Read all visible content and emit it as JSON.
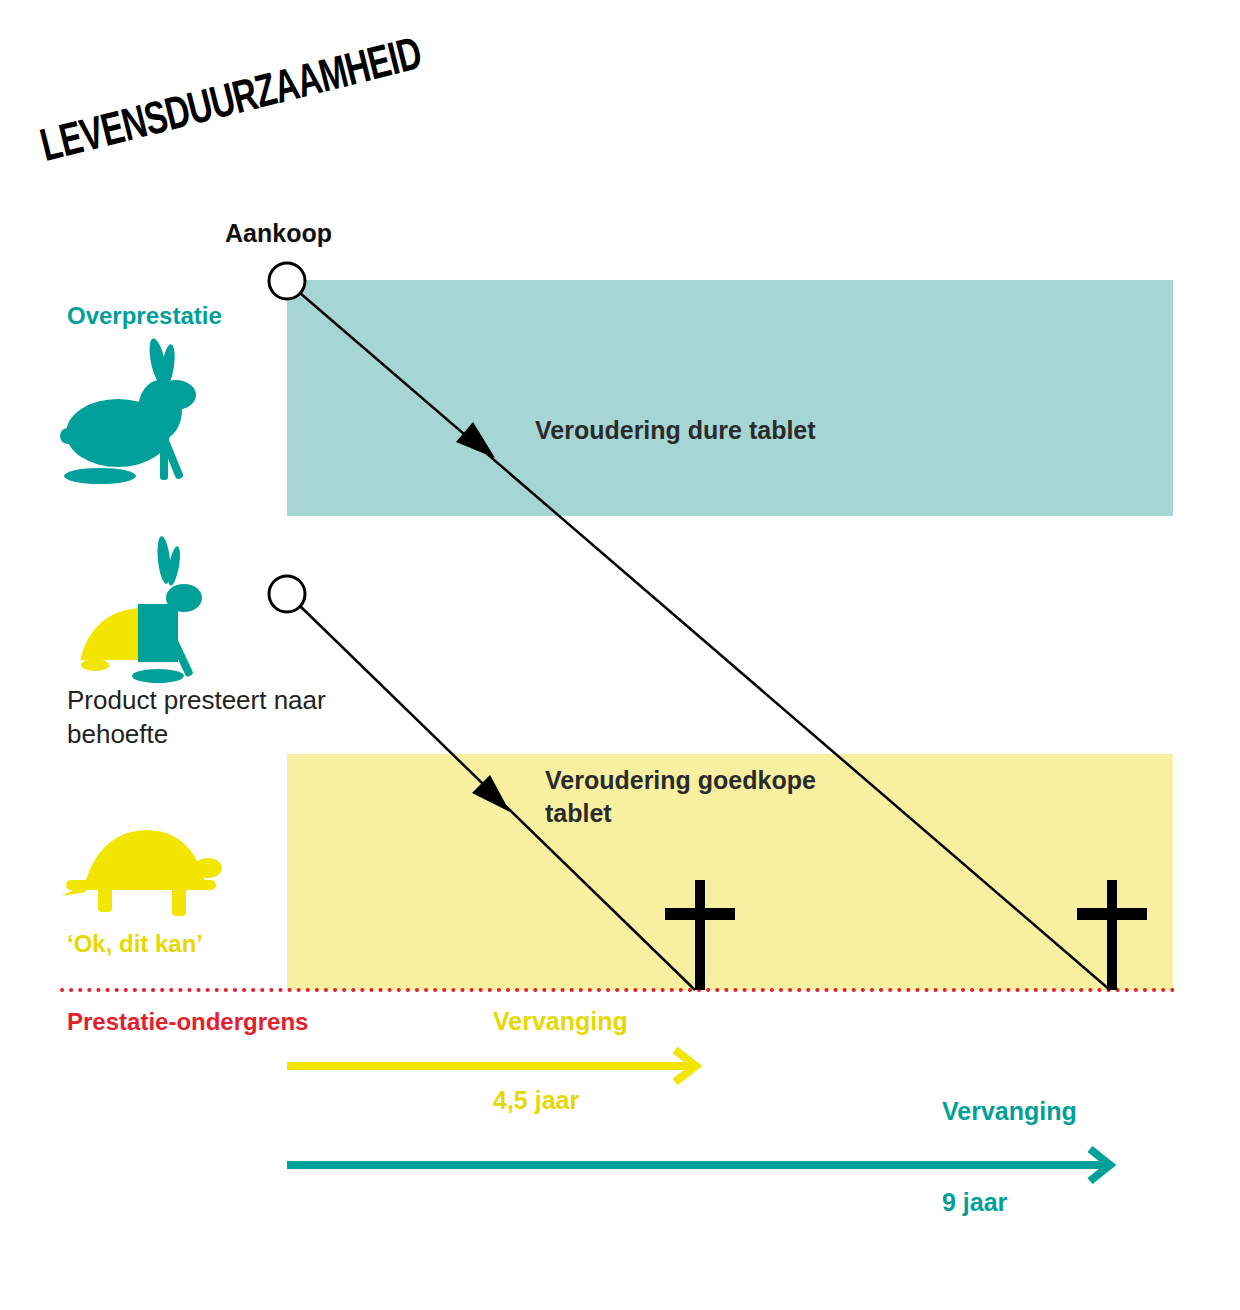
{
  "diagram": {
    "title": "LEVENSDUURZAAMHEID",
    "nodes": [
      {
        "text": [
          "Veroudering dure tablet"
        ]
      },
      {
        "text": [
          "Veroudering goedkope tablet"
        ]
      },
      {
        "text": [
          "Aankoop"
        ]
      }
    ],
    "labels": [
      "Overprestatie",
      "Product presteert naar behoefte",
      "‘Ok, dit kan’",
      "Prestatie-ondergrens",
      "Vervanging",
      "4,5 jaar",
      "Vervanging",
      "9 jaar"
    ]
  }
}
